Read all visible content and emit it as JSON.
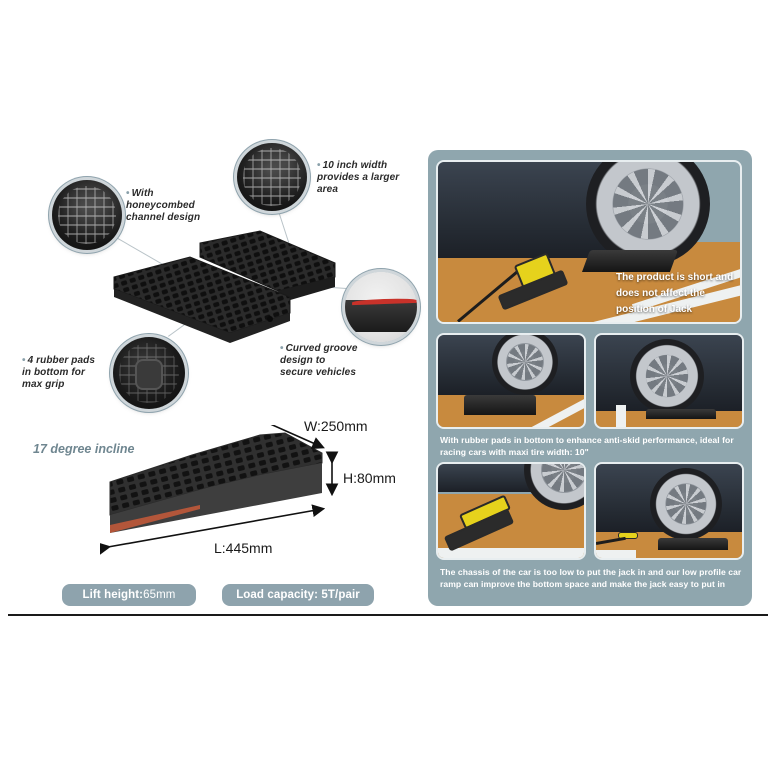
{
  "features": {
    "honeycomb": "With honeycombed channel design",
    "width": "10 inch width provides a larger area",
    "pads": "4 rubber pads in bottom for max grip",
    "groove": "Curved groove design to secure vehicles"
  },
  "features_lines": {
    "honeycomb": [
      "With",
      "honeycombed",
      "channel design"
    ],
    "width": [
      "10 inch width",
      "provides a larger",
      "area"
    ],
    "pads": [
      "4 rubber pads",
      "in bottom for",
      "max grip"
    ],
    "groove": [
      "Curved groove",
      "design to",
      "secure vehicles"
    ]
  },
  "dimensions": {
    "incline": "17 degree incline",
    "width": "W:250mm",
    "height": "H:80mm",
    "length": "L:445mm"
  },
  "specs": {
    "lift_label": "Lift height:",
    "lift_value": "65mm",
    "load": "Load capacity: 5T/pair"
  },
  "panel": {
    "photo1_text": [
      "The product is short and",
      "does not affect the",
      "position of Jack"
    ],
    "caption1": "With rubber pads in bottom to enhance anti-skid performance, ideal for racing cars with maxi tire width: 10\"",
    "caption2": "The chassis of the car is too low to put the jack in and our low profile car ramp can improve the bottom space and make the jack easy to put in"
  },
  "colors": {
    "panel": "#8fa6ae",
    "pill": "#8ea3ad",
    "incline_text": "#6f8690",
    "floor": "#c88a3e",
    "jack": "#e6d21c",
    "ramp": "#1f1f1f"
  }
}
